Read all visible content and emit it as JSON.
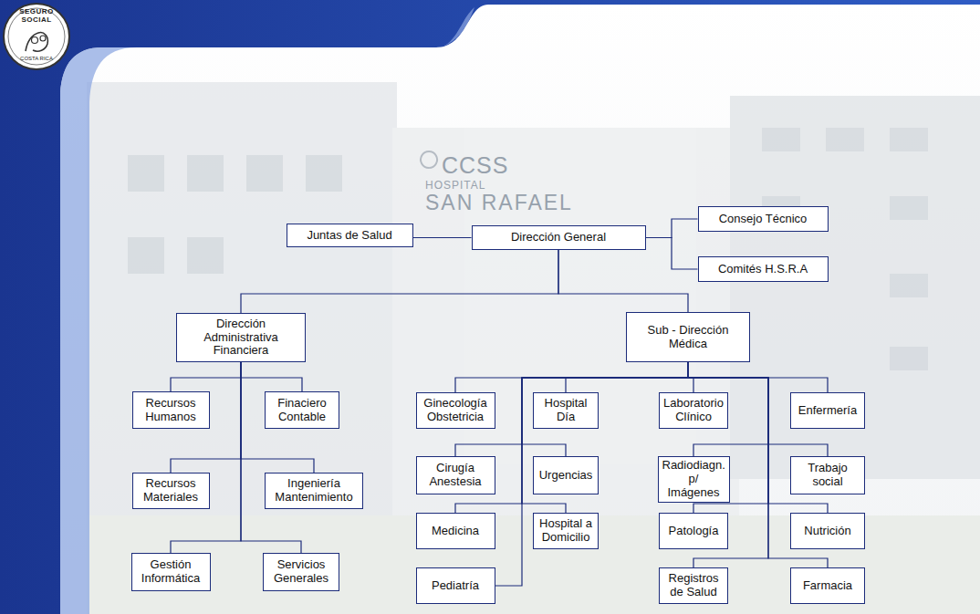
{
  "diagram": {
    "nodes": [
      {
        "text": [
          "Juntas de Salud"
        ]
      },
      {
        "text": [
          "Dirección General"
        ]
      },
      {
        "text": [
          "Consejo Técnico"
        ]
      },
      {
        "text": [
          "Comités H.S.R.A"
        ]
      },
      {
        "text": [
          "Dirección Administrativa Financiera"
        ]
      },
      {
        "text": [
          "Sub - Dirección Médica"
        ]
      },
      {
        "text": [
          "Recursos Humanos"
        ]
      },
      {
        "text": [
          "Finaciero Contable"
        ]
      },
      {
        "text": [
          "Recursos Materiales"
        ]
      },
      {
        "text": [
          "Ingeniería Mantenimiento"
        ]
      },
      {
        "text": [
          "Gestión Informática"
        ]
      },
      {
        "text": [
          "Servicios Generales"
        ]
      },
      {
        "text": [
          "Ginecología Obstetricia"
        ]
      },
      {
        "text": [
          "Hospital Día"
        ]
      },
      {
        "text": [
          "Laboratorio Clínico"
        ]
      },
      {
        "text": [
          "Enfermería"
        ]
      },
      {
        "text": [
          "Cirugía Anestesia"
        ]
      },
      {
        "text": [
          "Urgencias"
        ]
      },
      {
        "text": [
          "Radiodiagn. p/ Imágenes"
        ]
      },
      {
        "text": [
          "Trabajo social"
        ]
      },
      {
        "text": [
          "Medicina"
        ]
      },
      {
        "text": [
          "Hospital a Domicilio"
        ]
      },
      {
        "text": [
          "Patología"
        ]
      },
      {
        "text": [
          "Nutrición"
        ]
      },
      {
        "text": [
          "Pediatría"
        ]
      },
      {
        "text": [
          "Registros de Salud"
        ]
      },
      {
        "text": [
          "Farmacia"
        ]
      }
    ],
    "edges": [
      {
        "from": 1,
        "to": 0,
        "arrow": "none"
      },
      {
        "from": 1,
        "to": 2,
        "arrow": "none"
      },
      {
        "from": 1,
        "to": 3,
        "arrow": "none"
      },
      {
        "from": 1,
        "to": 4,
        "arrow": "none"
      },
      {
        "from": 1,
        "to": 5,
        "arrow": "none"
      },
      {
        "from": 4,
        "to": 6,
        "arrow": "none"
      },
      {
        "from": 4,
        "to": 7,
        "arrow": "none"
      },
      {
        "from": 4,
        "to": 8,
        "arrow": "none"
      },
      {
        "from": 4,
        "to": 9,
        "arrow": "none"
      },
      {
        "from": 4,
        "to": 10,
        "arrow": "none"
      },
      {
        "from": 4,
        "to": 11,
        "arrow": "none"
      },
      {
        "from": 5,
        "to": 12,
        "arrow": "none"
      },
      {
        "from": 5,
        "to": 13,
        "arrow": "none"
      },
      {
        "from": 5,
        "to": 14,
        "arrow": "none"
      },
      {
        "from": 5,
        "to": 15,
        "arrow": "none"
      },
      {
        "from": 5,
        "to": 16,
        "arrow": "none"
      },
      {
        "from": 5,
        "to": 17,
        "arrow": "none"
      },
      {
        "from": 5,
        "to": 18,
        "arrow": "none"
      },
      {
        "from": 5,
        "to": 19,
        "arrow": "none"
      },
      {
        "from": 5,
        "to": 20,
        "arrow": "none"
      },
      {
        "from": 5,
        "to": 21,
        "arrow": "none"
      },
      {
        "from": 5,
        "to": 22,
        "arrow": "none"
      },
      {
        "from": 5,
        "to": 23,
        "arrow": "none"
      },
      {
        "from": 5,
        "to": 24,
        "arrow": "none"
      },
      {
        "from": 5,
        "to": 25,
        "arrow": "none"
      },
      {
        "from": 5,
        "to": 26,
        "arrow": "none"
      }
    ],
    "labels": [
      "CCSS",
      "HOSPITAL",
      "SAN RAFAEL",
      "SEGURO SOCIAL",
      "COSTA RICA"
    ]
  }
}
